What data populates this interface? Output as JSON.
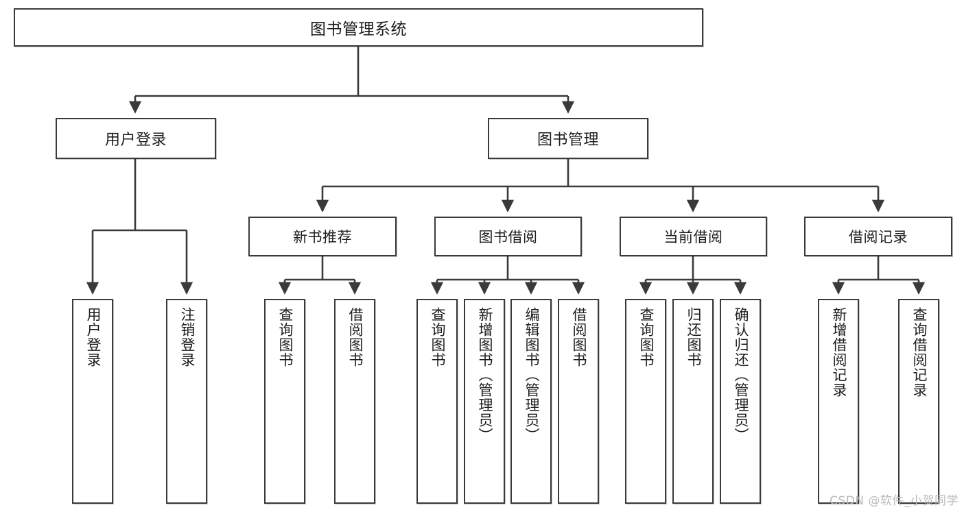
{
  "diagram": {
    "type": "tree",
    "title": "图书管理系统",
    "orientation": "top-down",
    "edge_color": "#3a3a3a",
    "node_border_color": "#3a3a3a",
    "node_fill_color": "#ffffff",
    "text_color": "#1d1d1d"
  },
  "root": {
    "label": "图书管理系统"
  },
  "level2": [
    {
      "label": "用户登录"
    },
    {
      "label": "图书管理"
    }
  ],
  "level3": [
    {
      "label": "新书推荐"
    },
    {
      "label": "图书借阅"
    },
    {
      "label": "当前借阅"
    },
    {
      "label": "借阅记录"
    }
  ],
  "leaves": {
    "user_login": [
      {
        "label": "用户登录"
      },
      {
        "label": "注销登录"
      }
    ],
    "new_book_recommend": [
      {
        "label": "查询图书"
      },
      {
        "label": "借阅图书"
      }
    ],
    "book_borrow": [
      {
        "label": "查询图书"
      },
      {
        "label": "新增图书（管理员）"
      },
      {
        "label": "编辑图书（管理员）"
      },
      {
        "label": "借阅图书"
      }
    ],
    "current_borrow": [
      {
        "label": "查询图书"
      },
      {
        "label": "归还图书"
      },
      {
        "label": "确认归还（管理员）"
      }
    ],
    "borrow_record": [
      {
        "label": "新增借阅记录"
      },
      {
        "label": "查询借阅记录"
      }
    ]
  },
  "watermark": {
    "text": "CSDN @软件_小贺同学",
    "color": "#b9b9b9"
  }
}
